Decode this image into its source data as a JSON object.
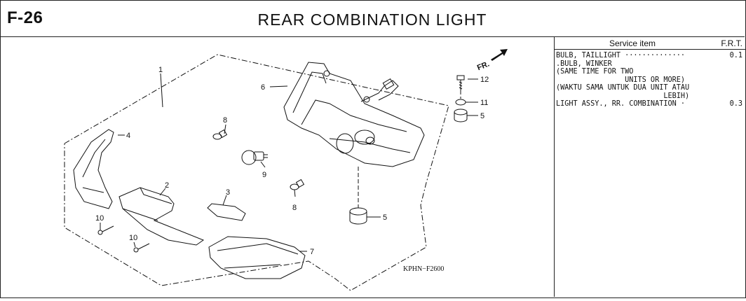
{
  "header": {
    "page_code": "F-26",
    "title": "REAR COMBINATION LIGHT"
  },
  "diagram": {
    "drawing_code": "KPHN−F2600",
    "fr_label": "FR.",
    "callouts": [
      "1",
      "2",
      "3",
      "4",
      "5",
      "5",
      "6",
      "7",
      "8",
      "8",
      "9",
      "10",
      "10",
      "11",
      "12"
    ]
  },
  "service": {
    "col_item": "Service item",
    "col_frt": "F.R.T.",
    "rows": [
      {
        "text": "BULB, TAILLIGHT ··············",
        "frt": "0.1"
      },
      {
        "text": ".BULB, WINKER",
        "frt": ""
      },
      {
        "text": "(SAME TIME FOR TWO",
        "frt": ""
      },
      {
        "text": "                UNITS OR MORE)",
        "frt": ""
      },
      {
        "text": "(WAKTU SAMA UNTUK DUA UNIT ATAU",
        "frt": ""
      },
      {
        "text": "                         LEBIH)",
        "frt": ""
      },
      {
        "text": "LIGHT ASSY., RR. COMBINATION ·",
        "frt": "0.3"
      }
    ]
  }
}
